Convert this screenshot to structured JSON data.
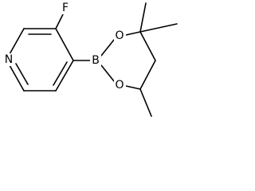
{
  "molecule": {
    "atoms": {
      "fluorine": "F",
      "nitrogen": "N",
      "boron": "B",
      "oxygen_top": "O",
      "oxygen_bottom": "O"
    },
    "colors": {
      "bond": "#000000",
      "label": "#000000",
      "background": "#ffffff"
    }
  }
}
